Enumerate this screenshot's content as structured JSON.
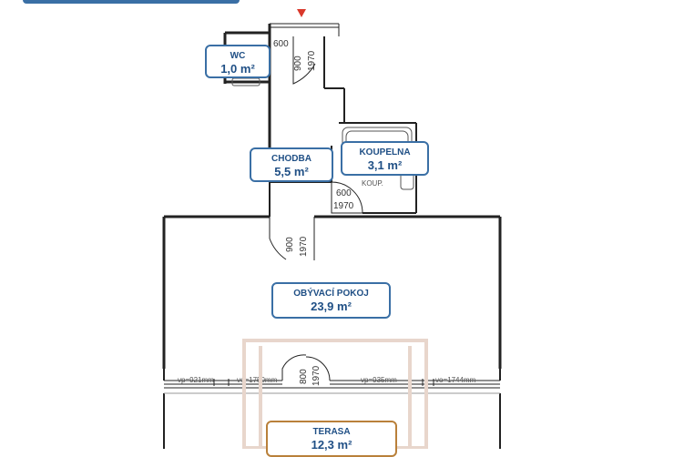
{
  "rooms": {
    "wc": {
      "name": "WC",
      "area": "1,0 m²"
    },
    "chodba": {
      "name": "CHODBA",
      "area": "5,5 m²"
    },
    "koupelna": {
      "name": "KOUPELNA",
      "area": "3,1 m²"
    },
    "obyvaci": {
      "name": "OBÝVACÍ POKOJ",
      "area": "23,9 m²"
    },
    "terasa": {
      "name": "TERASA",
      "area": "12,3 m²"
    }
  },
  "doors": {
    "wc": {
      "width": "600",
      "width2": "900",
      "height": "1970"
    },
    "koupelna": {
      "width": "600",
      "height": "1970"
    },
    "obyvaci": {
      "width": "900",
      "height": "1970"
    },
    "terasa": {
      "width": "800",
      "height": "1970"
    }
  },
  "labels": {
    "koup": "KOUP."
  },
  "windows": {
    "left_vp": "vp=921mm",
    "left_vo": "vo=1750mm",
    "right_vp": "vp=935mm",
    "right_vo": "vo=1744mm"
  },
  "colors": {
    "wall": "#222222",
    "room_border": "#3a6fa5",
    "terasa_border": "#b9803a",
    "entry_marker": "#d9382b"
  }
}
